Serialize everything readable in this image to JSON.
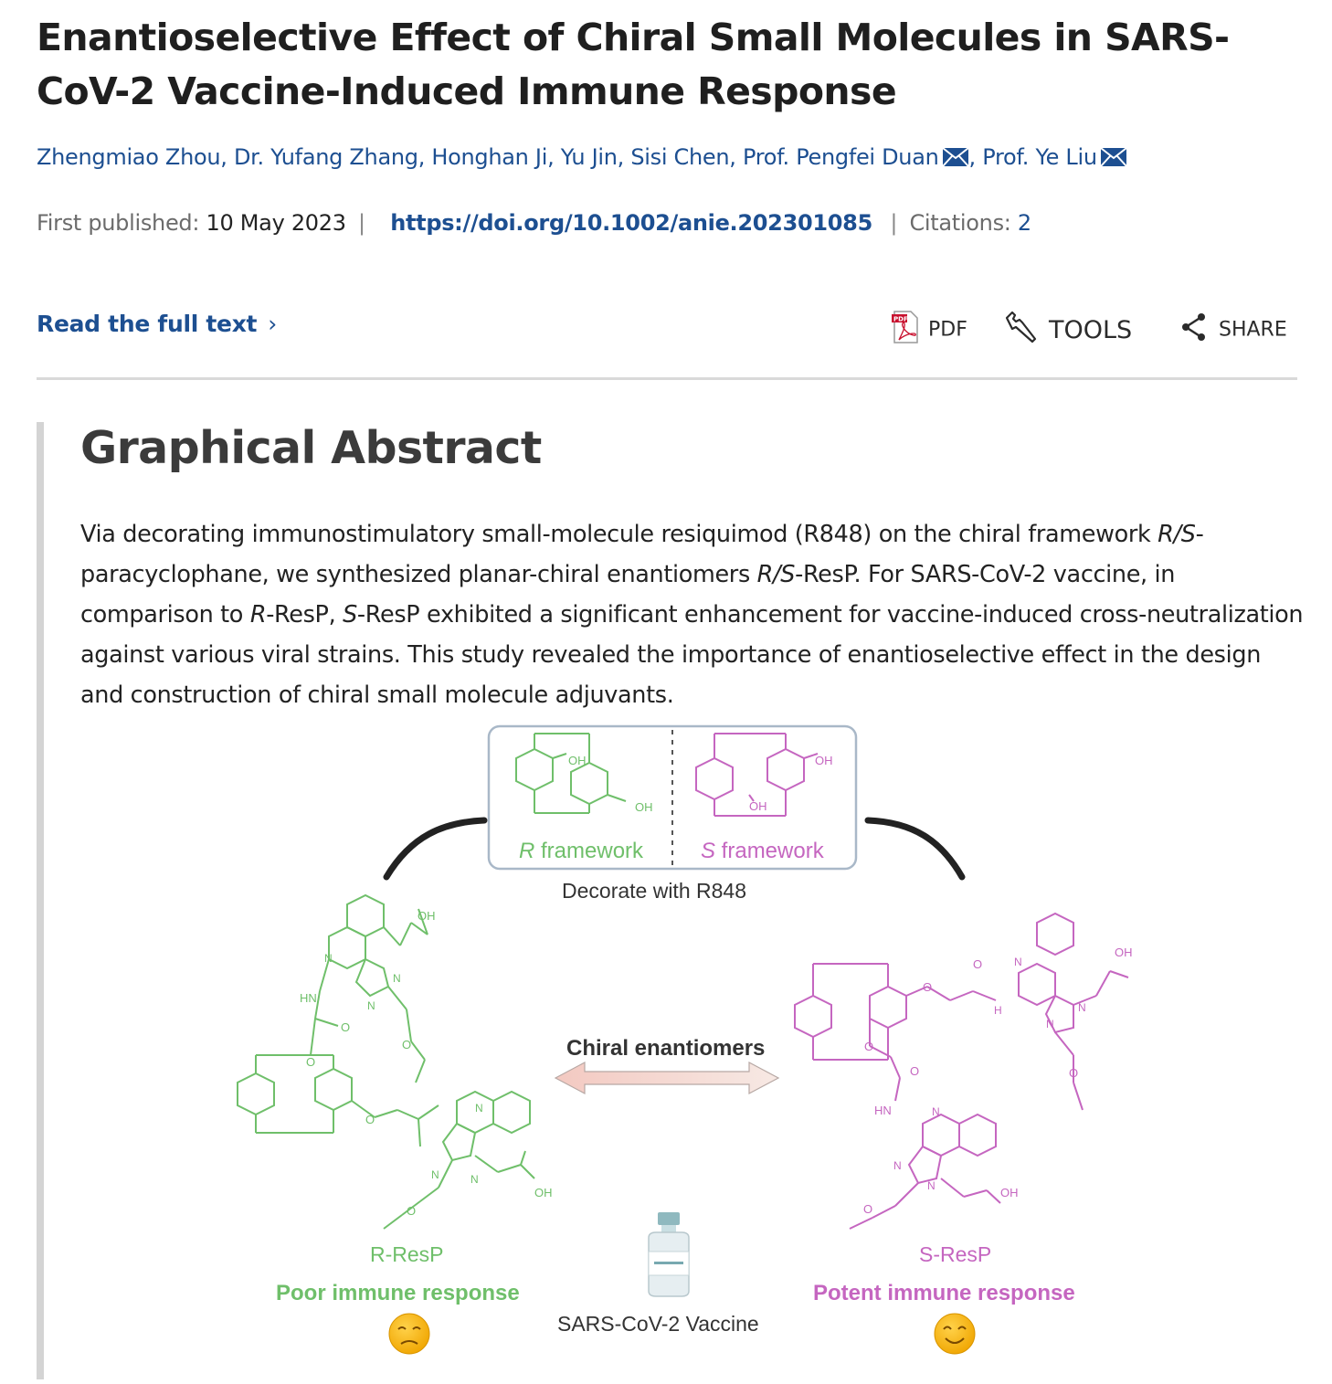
{
  "article": {
    "title": "Enantioselective Effect of Chiral Small Molecules in SARS-CoV-2 Vaccine-Induced Immune Response",
    "authors": [
      {
        "name": "Zhengmiao Zhou",
        "email": false
      },
      {
        "name": "Dr. Yufang Zhang",
        "email": false
      },
      {
        "name": "Honghan Ji",
        "email": false
      },
      {
        "name": "Yu Jin",
        "email": false
      },
      {
        "name": "Sisi Chen",
        "email": false
      },
      {
        "name": "Prof. Pengfei Duan",
        "email": true
      },
      {
        "name": "Prof. Ye Liu",
        "email": true
      }
    ],
    "first_published_label": "First published:",
    "first_published_date": "10 May 2023",
    "doi": "https://doi.org/10.1002/anie.202301085",
    "citations_label": "Citations:",
    "citations_value": "2"
  },
  "actions": {
    "read_full_text": "Read the full text",
    "pdf": "PDF",
    "tools": "TOOLS",
    "share": "SHARE"
  },
  "abstract": {
    "heading": "Graphical Abstract",
    "text_segments": [
      {
        "t": "Via decorating immunostimulatory small-molecule resiquimod (R848) on the chiral framework "
      },
      {
        "t": "R/S",
        "i": true
      },
      {
        "t": "-paracyclophane, we synthesized planar-chiral enantiomers "
      },
      {
        "t": "R/S",
        "i": true
      },
      {
        "t": "-ResP. For SARS-CoV-2 vaccine, in comparison to "
      },
      {
        "t": "R",
        "i": true
      },
      {
        "t": "-ResP, "
      },
      {
        "t": "S",
        "i": true
      },
      {
        "t": "-ResP exhibited a significant enhancement for vaccine-induced cross-neutralization against various viral strains. This study revealed the importance of enantioselective effect in the design and construction of chiral small molecule adjuvants."
      }
    ]
  },
  "figure": {
    "r_framework_letter": "R",
    "s_framework_letter": "S",
    "framework_word": " framework",
    "decorate_label": "Decorate with R848",
    "chiral_label": "Chiral enantiomers",
    "r_resp": "R-ResP",
    "s_resp": "S-ResP",
    "r_response": "Poor immune response",
    "s_response": "Potent immune response",
    "vaccine_label": "SARS-CoV-2 Vaccine",
    "atom_oh": "OH",
    "atom_n": "N",
    "atom_hn": "HN",
    "atom_o": "O",
    "atom_h": "H",
    "colors": {
      "green": "#6fbf6a",
      "purple": "#c566c0",
      "link": "#1d4f91"
    },
    "icons": [
      "sad-face-icon",
      "smile-face-icon",
      "vaccine-vial-icon"
    ]
  }
}
